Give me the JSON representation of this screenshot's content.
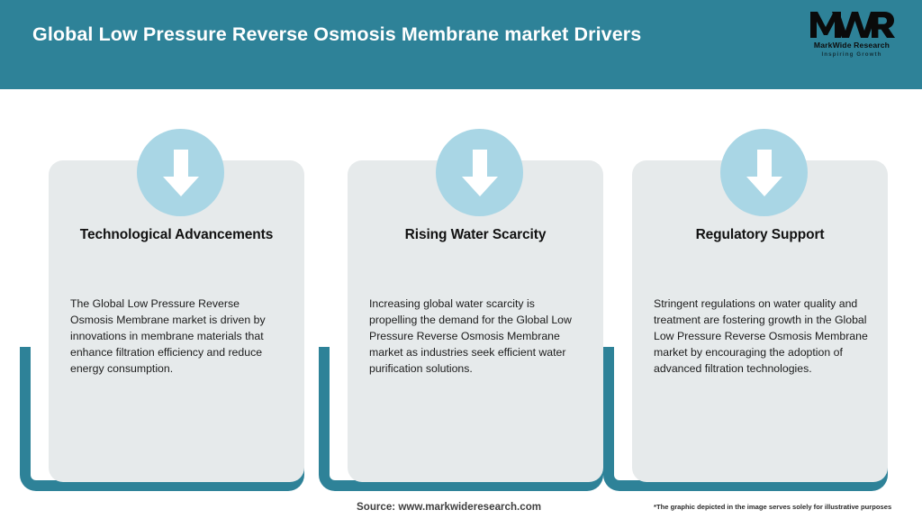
{
  "header": {
    "title": "Global Low Pressure Reverse Osmosis Membrane market Drivers",
    "background_color": "#2e8298",
    "title_color": "#ffffff"
  },
  "logo": {
    "mark_text": "MWR",
    "name": "MarkWide Research",
    "tagline": "Inspiring Growth"
  },
  "cards": [
    {
      "icon": "down-arrow-icon",
      "title": "Technological Advancements",
      "body": "The Global Low Pressure Reverse Osmosis Membrane market is driven by innovations in membrane materials that enhance filtration efficiency and reduce energy consumption."
    },
    {
      "icon": "down-arrow-icon",
      "title": "Rising Water Scarcity",
      "body": "Increasing global water scarcity is propelling the demand for the Global Low Pressure Reverse Osmosis Membrane market as industries seek efficient water purification solutions."
    },
    {
      "icon": "down-arrow-icon",
      "title": "Regulatory Support",
      "body": "Stringent regulations on water quality and treatment are fostering growth in the Global Low Pressure Reverse Osmosis Membrane market by encouraging the adoption of advanced filtration technologies."
    }
  ],
  "footer": {
    "source": "Source: www.markwideresearch.com",
    "disclaimer": "*The graphic depicted in the image serves solely for illustrative purposes"
  },
  "colors": {
    "teal": "#2e8298",
    "card_gray": "#e6eaeb",
    "badge_blue": "#a9d6e5",
    "arrow_white": "#ffffff"
  }
}
